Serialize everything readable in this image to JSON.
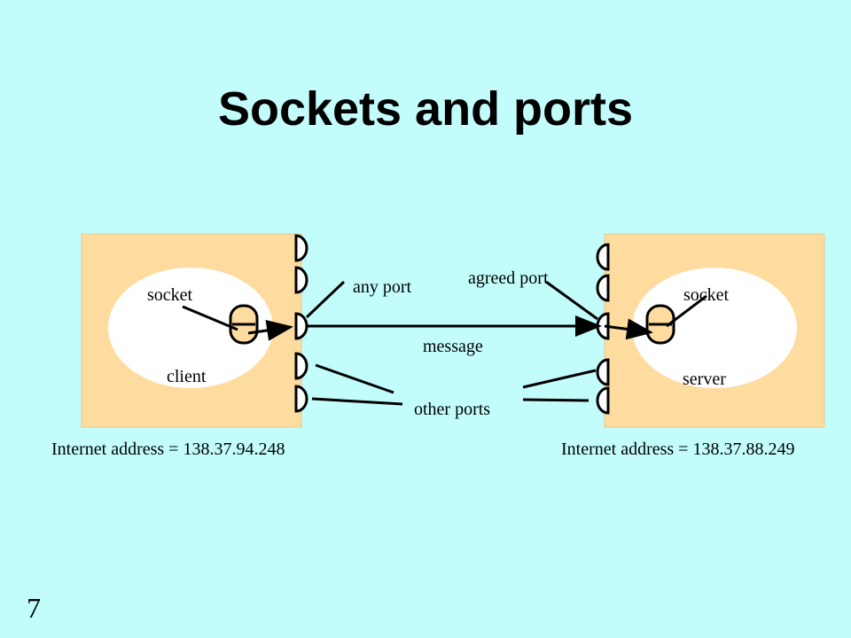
{
  "slide": {
    "title": "Sockets and ports",
    "page_number": "7"
  },
  "diagram": {
    "client": {
      "socket_label": "socket",
      "process_label": "client",
      "address": "Internet address = 138.37.94.248"
    },
    "server": {
      "socket_label": "socket",
      "process_label": "server",
      "address": "Internet address = 138.37.88.249"
    },
    "labels": {
      "any_port": "any port",
      "agreed_port": "agreed port",
      "message": "message",
      "other_ports": "other ports"
    },
    "colors": {
      "background": "#c2fdfb",
      "host_box": "#fedc9f",
      "process_ellipse": "#ffffff",
      "lines": "#000000"
    }
  }
}
